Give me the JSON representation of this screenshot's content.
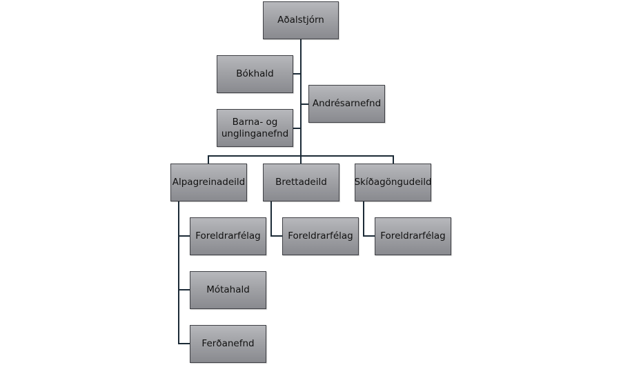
{
  "org_chart": {
    "root": {
      "label": "Aðalstjórn"
    },
    "staff": [
      {
        "label": "Bókhald"
      },
      {
        "label": "Andrésarnefnd"
      },
      {
        "label": "Barna- og\nunglinganefnd"
      }
    ],
    "departments": [
      {
        "label": "Alpagreinadeild",
        "children": [
          {
            "label": "Foreldrarfélag"
          },
          {
            "label": "Mótahald"
          },
          {
            "label": "Ferðanefnd"
          }
        ]
      },
      {
        "label": "Brettadeild",
        "children": [
          {
            "label": "Foreldrarfélag"
          }
        ]
      },
      {
        "label": "Skíðagöngudeild",
        "children": [
          {
            "label": "Foreldrarfélag"
          }
        ]
      }
    ]
  }
}
